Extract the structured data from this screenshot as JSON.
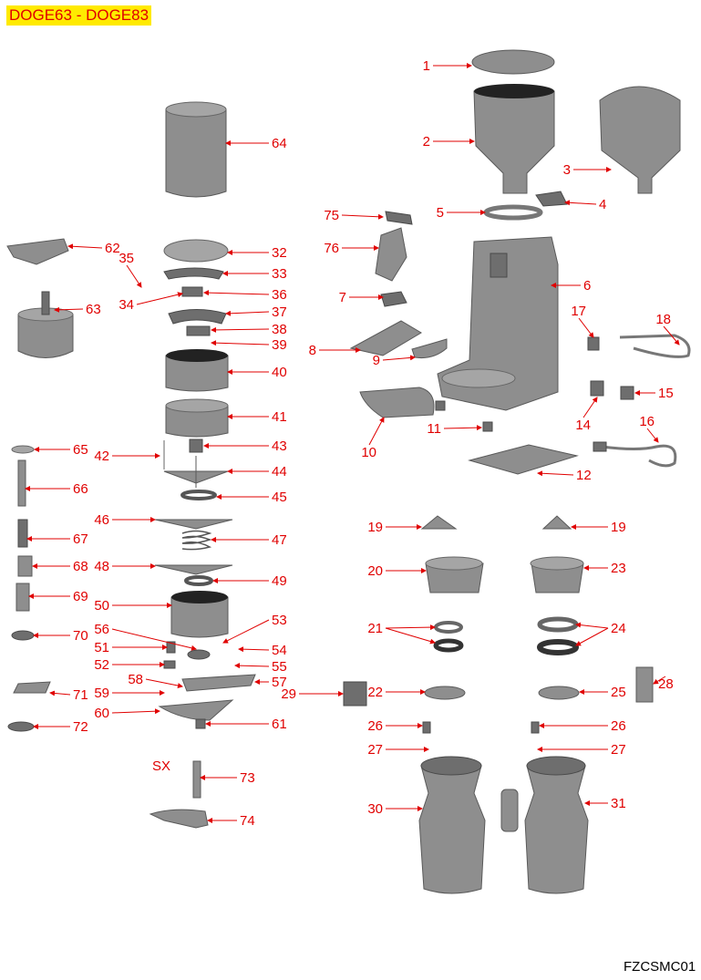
{
  "header": {
    "model_badge": "DOGE63 - DOGE83"
  },
  "footer": {
    "drawing_code": "FZCSMC01"
  },
  "side_label": "SX",
  "colors": {
    "label": "#e00000",
    "badge_bg": "#ffea00",
    "part": "#8e8e8e"
  },
  "labels": [
    "1",
    "2",
    "3",
    "4",
    "5",
    "6",
    "75",
    "76",
    "7",
    "8",
    "9",
    "10",
    "11",
    "12",
    "17",
    "18",
    "15",
    "14",
    "16",
    "62",
    "63",
    "64",
    "32",
    "33",
    "35",
    "34",
    "36",
    "37",
    "38",
    "39",
    "40",
    "41",
    "42",
    "43",
    "44",
    "45",
    "46",
    "47",
    "48",
    "49",
    "50",
    "56",
    "51",
    "52",
    "53",
    "54",
    "55",
    "58",
    "57",
    "59",
    "60",
    "61",
    "65",
    "66",
    "67",
    "68",
    "69",
    "70",
    "71",
    "72",
    "73",
    "74",
    "19",
    "19",
    "20",
    "23",
    "21",
    "24",
    "29",
    "22",
    "25",
    "28",
    "26",
    "26",
    "27",
    "27",
    "30",
    "31"
  ]
}
